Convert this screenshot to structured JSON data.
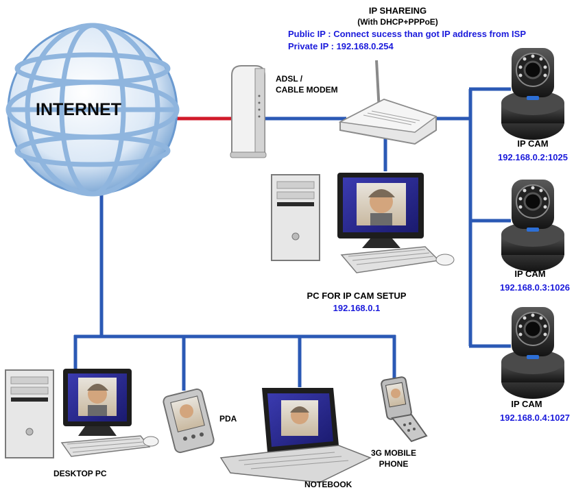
{
  "router": {
    "title": "IP SHAREING",
    "subtitle": "(With DHCP+PPPoE)",
    "public_ip": "Public IP : Connect sucess than got IP address from ISP",
    "private_ip": "Private IP : 192.168.0.254"
  },
  "internet": {
    "label": "INTERNET"
  },
  "modem": {
    "line1": "ADSL /",
    "line2": "CABLE MODEM"
  },
  "pc_setup": {
    "label": "PC FOR IP CAM SETUP",
    "ip": "192.168.0.1"
  },
  "cameras": [
    {
      "label": "IP CAM",
      "ip": "192.168.0.2:1025"
    },
    {
      "label": "IP CAM",
      "ip": "192.168.0.3:1026"
    },
    {
      "label": "IP CAM",
      "ip": "192.168.0.4:1027"
    }
  ],
  "devices": {
    "desktop": "DESKTOP PC",
    "pda": "PDA",
    "notebook": "NOTEBOOK",
    "phone_line1": "3G MOBILE",
    "phone_line2": "PHONE"
  },
  "colors": {
    "link": "#2b59b5",
    "wan": "#d11a2a",
    "ip_text": "#1a1adb"
  }
}
